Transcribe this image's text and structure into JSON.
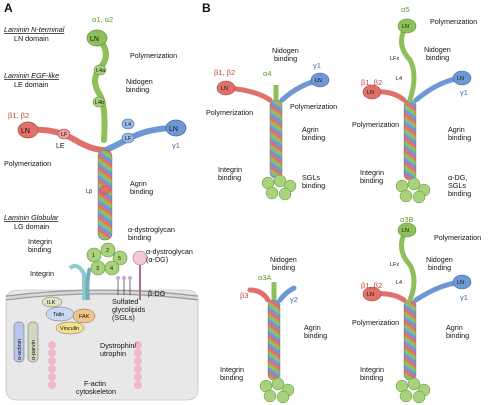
{
  "panels": {
    "a": "A",
    "b": "B"
  },
  "colors": {
    "alpha": "#8dbf5a",
    "beta": "#e0716a",
    "gamma": "#6e98d4",
    "membrane": "#c9c9c9",
    "cytoskeleton": "#f0b8c8",
    "sgl": "#a9d27c"
  },
  "panel_a": {
    "chain_alpha": "α1, α2",
    "chain_beta": "β1, β2",
    "chain_gamma": "γ1",
    "ln_domain_label_1": "Laminin N-terminal",
    "ln_domain_label_2": "LN domain",
    "le_domain_label_1": "Laminin EGF-like",
    "le_domain_label_2": "LE domain",
    "lg_domain_label_1": "Laminin Globular",
    "lg_domain_label_2": "LG domain",
    "ln": "LN",
    "l4a": "L4a",
    "l4b": "L4b",
    "l4": "L4",
    "lf": "LF",
    "le": "LE",
    "lb": "Lβ",
    "lg_nums": [
      "1",
      "2",
      "3",
      "4",
      "5"
    ],
    "polymerization_top": "Polymerization",
    "nidogen_binding_1": "Nidogen",
    "nidogen_binding_2": "binding",
    "polymerization_left": "Polymerization",
    "agrin_binding_1": "Agrin",
    "agrin_binding_2": "binding",
    "integrin_binding_1": "Integrin",
    "integrin_binding_2": "binding",
    "integrin": "Integrin",
    "alpha_dg_binding_1": "α-dystroglycan",
    "alpha_dg_binding_2": "binding",
    "alpha_dg_1": "α-dystroglycan",
    "alpha_dg_2": "(α-DG)",
    "sulfated_1": "Sulfated",
    "sulfated_2": "glycolipids",
    "sulfated_3": "(SGLs)",
    "beta_dg": "β-DG",
    "ilk": "ILK",
    "talin": "Talin",
    "fak": "FAK",
    "vinculin": "Vinculin",
    "alpha_actinin": "α-actinin",
    "alpha_parvin": "α-parvin",
    "dystrophin_1": "Dystrophin/",
    "dystrophin_2": "utrophin",
    "factin_1": "F-actin",
    "factin_2": "cytoskeleton"
  },
  "panel_b": {
    "tl": {
      "alpha": "α4",
      "beta": "β1, β2",
      "gamma": "γ1",
      "nidogen_1": "Nidogen",
      "nidogen_2": "binding",
      "polymerization_left": "Polymerization",
      "polymerization_right": "Polymerization",
      "agrin_1": "Agrin",
      "agrin_2": "binding",
      "integrin_1": "Integrin",
      "integrin_2": "binding",
      "sgls_1": "SGLs",
      "sgls_2": "binding"
    },
    "tr": {
      "alpha": "α5",
      "beta": "β1, β2",
      "gamma": "γ1",
      "polymerization_top": "Polymerization",
      "nidogen_1": "Nidogen",
      "nidogen_2": "binding",
      "polymerization_left": "Polymerization",
      "agrin_1": "Agrin",
      "agrin_2": "binding",
      "integrin_1": "Integrin",
      "integrin_2": "binding",
      "dg_1": "α-DG,",
      "dg_2": "SGLs",
      "dg_3": "binding",
      "lfx": "LFx",
      "l4": "L4"
    },
    "bl": {
      "alpha": "α3A",
      "beta": "β3",
      "gamma": "γ2",
      "nidogen_1": "Nidogen",
      "nidogen_2": "binding",
      "agrin_1": "Agrin",
      "agrin_2": "binding",
      "integrin_1": "Integrin",
      "integrin_2": "binding"
    },
    "br": {
      "alpha": "α3B",
      "beta": "β1, β2",
      "gamma": "γ1",
      "polymerization_top": "Polymerization",
      "nidogen_1": "Nidogen",
      "nidogen_2": "binding",
      "polymerization_left": "Polymerization",
      "agrin_1": "Agrin",
      "agrin_2": "binding",
      "integrin_1": "Integrin",
      "integrin_2": "binding",
      "lfx": "LFx",
      "l4": "L4"
    }
  }
}
